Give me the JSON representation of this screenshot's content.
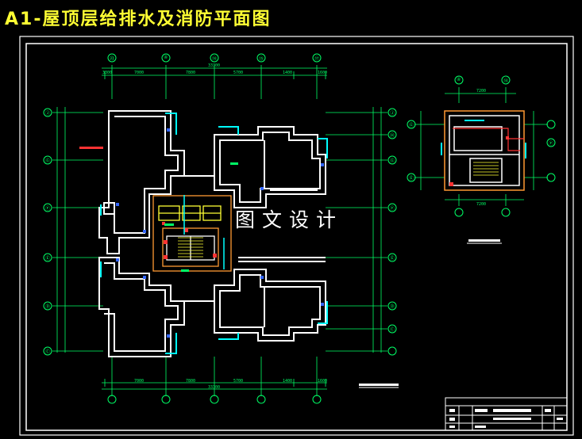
{
  "title": "A1-屋顶层给排水及消防平面图",
  "watermark": "图文设计",
  "colors": {
    "background": "#000000",
    "title": "#ffff33",
    "frame": "#ffffff",
    "walls": "#ffffff",
    "dimension": "#00ff66",
    "axis_bubble": "#00ff66",
    "pipe_cyan": "#00ffff",
    "pipe_red": "#ff3333",
    "stair_yellow": "#ffff33",
    "equipment_orange": "#ff9933",
    "marker_blue": "#3366ff"
  },
  "axes": {
    "top_bubbles": [
      "㉓",
      "④",
      "⑭",
      "⑮",
      "⑰"
    ],
    "left_bubbles": [
      "Ⓙ",
      "Ⓖ",
      "Ⓕ",
      "Ⓔ",
      "Ⓓ",
      "Ⓒ"
    ],
    "right_bubbles": [
      "Ⓙ",
      "Ⓗ",
      "Ⓖ",
      "Ⓕ",
      "Ⓔ",
      "Ⓓ",
      "Ⓒ"
    ],
    "detail_top_bubbles": [
      "④",
      "⑭"
    ],
    "detail_side_bubbles": [
      "Ⓖ",
      "Ⓕ",
      "Ⓔ"
    ]
  },
  "dims": {
    "top_segments": [
      "3300",
      "7000",
      "7800",
      "5700",
      "1400",
      "1600"
    ],
    "top_total": "33300",
    "bottom_segments": [
      "7000",
      "7800",
      "5700",
      "1400",
      "1600"
    ],
    "bottom_total": "33300",
    "detail_top": "7200",
    "detail_bottom": "7200"
  }
}
